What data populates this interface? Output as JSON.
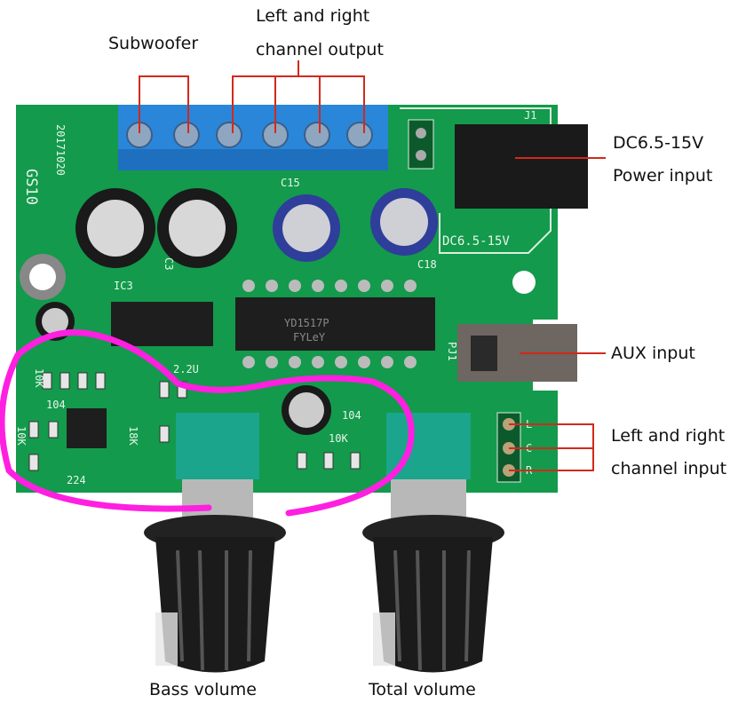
{
  "labels": {
    "subwoofer": "Subwoofer",
    "lr_output_line1": "Left and right",
    "lr_output_line2": "channel output",
    "power_line1": "DC6.5-15V",
    "power_line2": "Power input",
    "aux": "AUX input",
    "lr_input_line1": "Left and right",
    "lr_input_line2": "channel input",
    "bass": "Bass volume",
    "total": "Total volume"
  },
  "silkscreen": {
    "board_name": "GS10",
    "date": "20171020",
    "j1": "J1",
    "dc": "DC6.5-15V",
    "c18": "C18",
    "c15": "C15",
    "c3": "C3",
    "ic3": "IC3",
    "chip_line1": "YD1517P",
    "chip_line2": "FYLeY",
    "r10k_a": "10K",
    "r10k_b": "10K",
    "r10k_c": "10K",
    "c104_a": "104",
    "c104_b": "104",
    "c224": "224",
    "r18k": "18K",
    "c22u": "2.2U",
    "pj1": "PJ1",
    "pin_l": "L",
    "pin_c": "C",
    "pin_r": "R"
  },
  "colors": {
    "board": "#139a4c",
    "terminal": "#2a86d8",
    "annotation_line": "#d3291c",
    "highlight": "#ff1fe0"
  }
}
